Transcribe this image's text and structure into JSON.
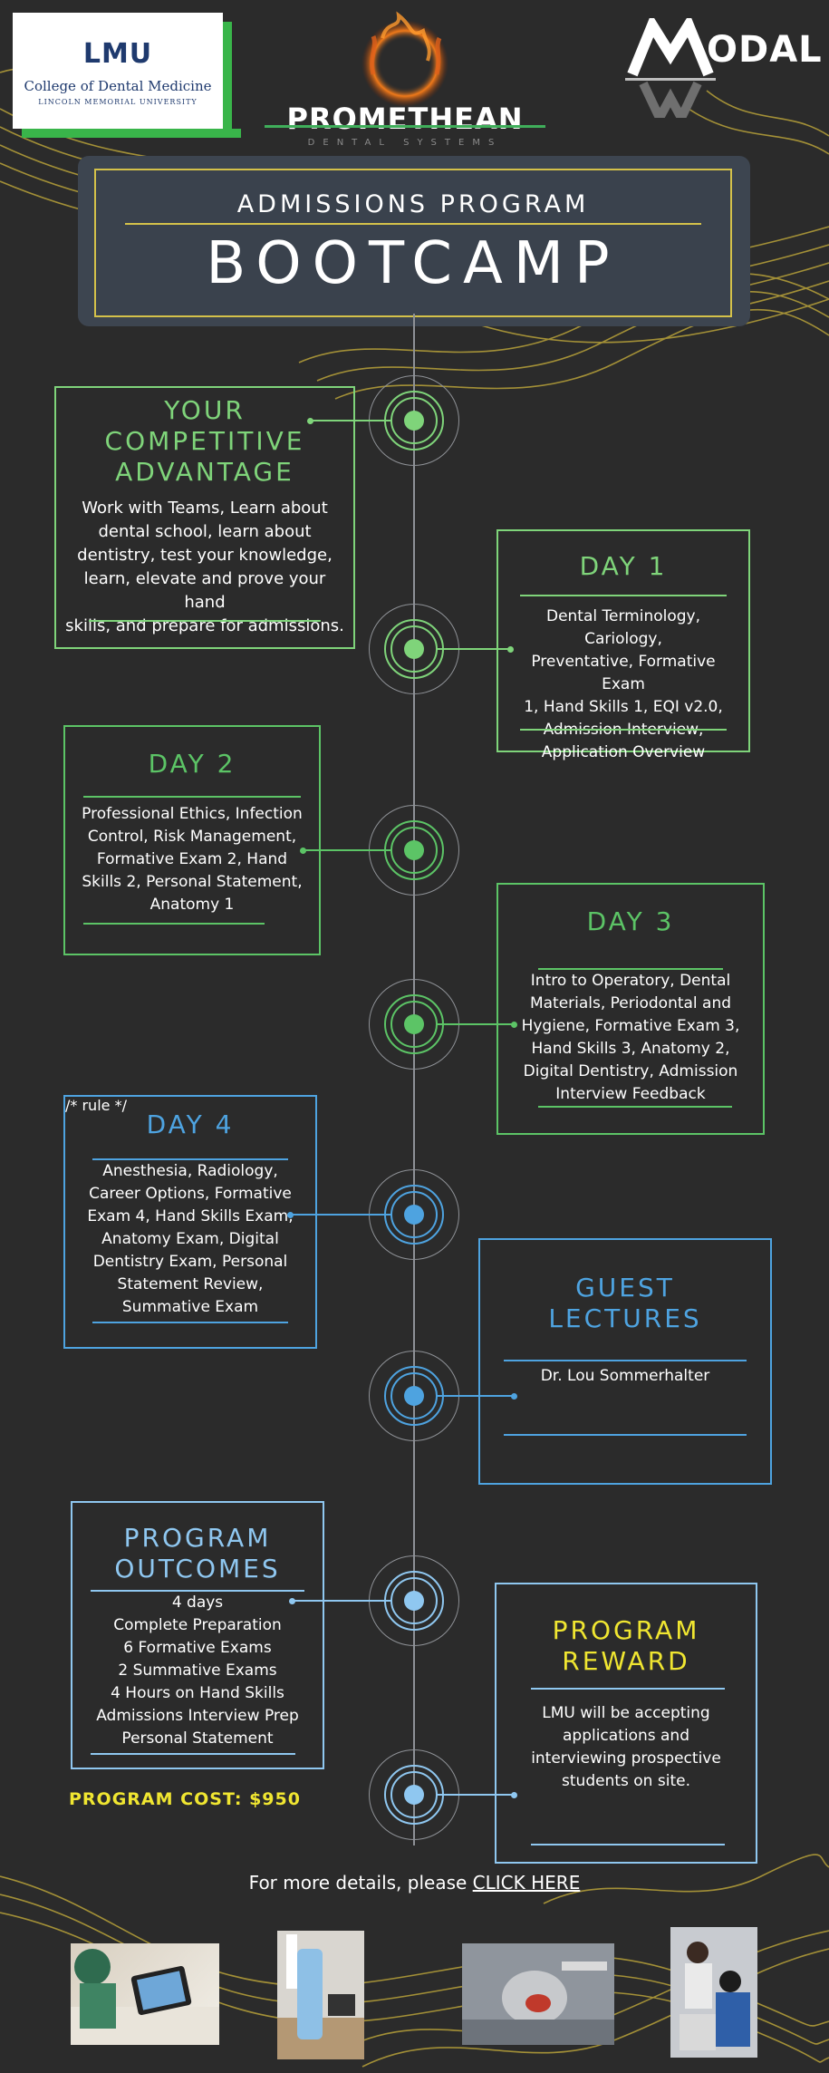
{
  "logos": {
    "lmu": {
      "mark": "LMU",
      "college": "College of Dental Medicine",
      "university": "LINCOLN MEMORIAL UNIVERSITY"
    },
    "promethean": {
      "name": "PROMETHEAN",
      "sub": "DENTAL SYSTEMS"
    },
    "modal": {
      "name": "ODAL"
    }
  },
  "header": {
    "subtitle": "ADMISSIONS PROGRAM",
    "title": "BOOTCAMP"
  },
  "colors": {
    "background": "#2b2b2b",
    "light_green": "#7fd47a",
    "green": "#5cc466",
    "blue": "#4ea3e0",
    "light_blue": "#8fc7f0",
    "yellow": "#f0e631",
    "gold_rule": "#d4c14a"
  },
  "sections": {
    "advantage": {
      "title_lines": [
        "YOUR",
        "COMPETITIVE",
        "ADVANTAGE"
      ],
      "body_lines": [
        "Work with Teams, Learn about",
        "dental school, learn about",
        "dentistry, test your knowledge,",
        "learn, elevate and prove your hand",
        "skills, and prepare for admissions."
      ]
    },
    "day1": {
      "title": "DAY 1",
      "body_lines": [
        "Dental Terminology, Cariology,",
        "Preventative, Formative Exam",
        "1, Hand Skills 1, EQI v2.0,",
        "Admission Interview,",
        "Application Overview"
      ]
    },
    "day2": {
      "title": "DAY 2",
      "body_lines": [
        "Professional Ethics, Infection",
        "Control, Risk Management,",
        "Formative Exam 2, Hand",
        "Skills 2, Personal Statement,",
        "Anatomy 1"
      ]
    },
    "day3": {
      "title": "DAY 3",
      "body_lines": [
        "Intro to Operatory, Dental",
        "Materials, Periodontal and",
        "Hygiene, Formative Exam 3,",
        "Hand Skills 3, Anatomy 2,",
        "Digital Dentistry, Admission",
        "Interview Feedback"
      ]
    },
    "day4": {
      "title": "DAY 4",
      "body_lines": [
        "Anesthesia, Radiology,",
        "Career Options, Formative",
        "Exam 4, Hand Skills Exam,",
        "Anatomy Exam, Digital",
        "Dentistry Exam, Personal",
        "Statement Review,",
        "Summative Exam"
      ]
    },
    "guest": {
      "title_lines": [
        "GUEST",
        "LECTURES"
      ],
      "body_lines": [
        "Dr. Lou Sommerhalter"
      ]
    },
    "outcomes": {
      "title_lines": [
        "PROGRAM",
        "OUTCOMES"
      ],
      "body_lines": [
        "4 days",
        "Complete Preparation",
        "6 Formative Exams",
        "2 Summative Exams",
        "4 Hours on Hand Skills",
        "Admissions Interview Prep",
        "Personal Statement"
      ]
    },
    "reward": {
      "title_lines": [
        "PROGRAM",
        "REWARD"
      ],
      "body_lines": [
        "LMU will be accepting",
        "applications and",
        "interviewing prospective",
        "students on site."
      ]
    }
  },
  "cost": "PROGRAM COST: $950",
  "footer": {
    "prefix": "For more details, please ",
    "link": "CLICK HERE"
  }
}
